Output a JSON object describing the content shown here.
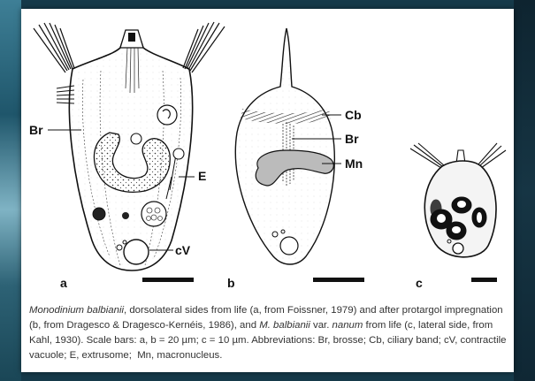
{
  "figure": {
    "labels": {
      "br_left": "Br",
      "e": "E",
      "cv": "cV",
      "cb": "Cb",
      "br_right": "Br",
      "mn": "Mn"
    },
    "panels": {
      "a": "a",
      "b": "b",
      "c": "c"
    }
  },
  "caption": {
    "species": "Monodinium balbianii",
    "part1": ", dorsolateral sides from life (a, from Foissner, 1979) and after protargol impregnation (b, from Dragesco & Dragesco-Kernéis, 1986), and ",
    "species2": "M. balbianii",
    "part2": " var. ",
    "variety": "nanum",
    "part3": " from life (c, lateral side, from Kahl, 1930). Scale bars: a, b = 20 µm; c = 10 µm. Abbreviations: Br, brosse; Cb, ciliary band; cV, contractile vacuole; E, extrusome;  Mn, macronucleus."
  }
}
